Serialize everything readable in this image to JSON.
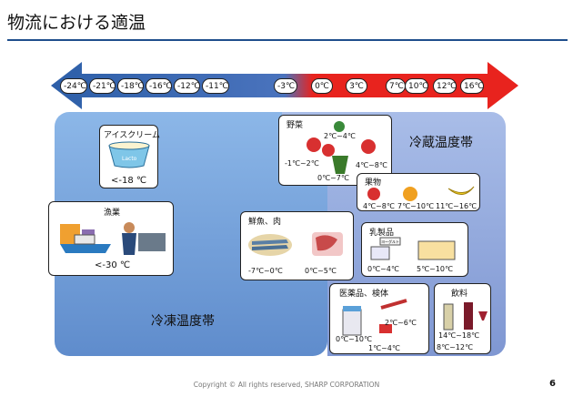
{
  "title": "物流における適温",
  "scale": [
    "-24℃",
    "-21℃",
    "-18℃",
    "-16℃",
    "-12℃",
    "-11℃",
    "-3℃",
    "0℃",
    "3℃",
    "7℃",
    "10℃",
    "12℃",
    "16℃"
  ],
  "zones": {
    "freeze": "冷凍温度帯",
    "chill": "冷蔵温度帯"
  },
  "cards": {
    "icecream": {
      "title": "アイスクリーム",
      "temp": "<-18 ℃",
      "brand": "Lacto"
    },
    "fishery": {
      "title": "漁業",
      "temp": "<-30 ℃"
    },
    "fish_meat": {
      "title": "鮮魚、肉",
      "t1": "-7℃~0℃",
      "t2": "0℃~5℃"
    },
    "vegetables": {
      "title": "野菜",
      "t1": "2℃~4℃",
      "t2": "-1℃~2℃",
      "t3": "4℃~8℃",
      "t4": "0℃~7℃"
    },
    "fruits": {
      "title": "果物",
      "t1": "4℃~8℃",
      "t2": "7℃~10℃",
      "t3": "11℃~16℃"
    },
    "dairy": {
      "title": "乳製品",
      "t1": "0℃~4℃",
      "t2": "5℃~10℃",
      "label": "ヨーグルト"
    },
    "medicine": {
      "title": "医薬品、検体",
      "t1": "2℃~6℃",
      "t2": "0℃~10℃",
      "t3": "1℃~4℃"
    },
    "drinks": {
      "title": "飲料",
      "t1": "14℃~18℃",
      "t2": "8℃~12℃"
    }
  },
  "colors": {
    "cold_arrow": "#2d5fa8",
    "warm_arrow": "#e8231e",
    "title_rule": "#1f4e8c"
  },
  "footer": "Copyright © All rights reserved, SHARP CORPORATION",
  "page": "6"
}
